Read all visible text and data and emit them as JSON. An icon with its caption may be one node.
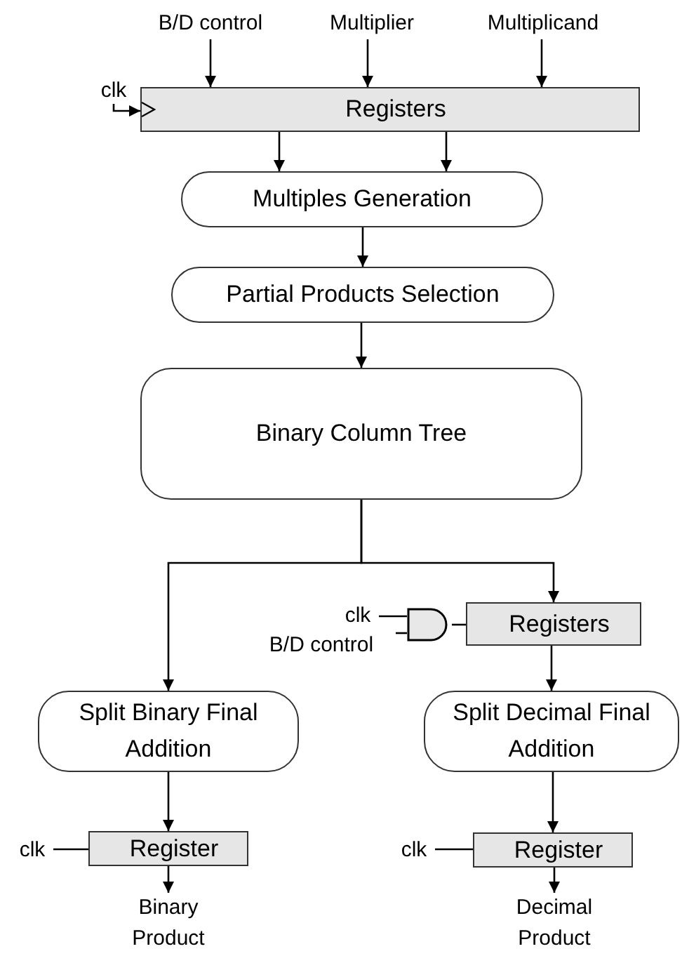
{
  "diagram": {
    "nodes": [
      {
        "text": [
          "B/D control"
        ]
      },
      {
        "text": [
          "Multiplier"
        ]
      },
      {
        "text": [
          "Multiplicand"
        ]
      },
      {
        "text": [
          "clk"
        ]
      },
      {
        "text": [
          "Registers"
        ]
      },
      {
        "text": [
          "Multiples Generation"
        ]
      },
      {
        "text": [
          "Partial Products Selection"
        ]
      },
      {
        "text": [
          "Binary Column Tree"
        ]
      },
      {
        "text": [
          "clk"
        ]
      },
      {
        "text": [
          "B/D control"
        ]
      },
      {
        "text": [],
        "shape": "gate"
      },
      {
        "text": [
          "Registers"
        ]
      },
      {
        "text": [
          "Split Binary Final Addition"
        ]
      },
      {
        "text": [
          "Split Decimal Final Addition"
        ]
      },
      {
        "text": [
          "clk"
        ]
      },
      {
        "text": [
          "Register"
        ]
      },
      {
        "text": [
          "Binary Product"
        ]
      },
      {
        "text": [
          "clk"
        ]
      },
      {
        "text": [
          "Register"
        ]
      },
      {
        "text": [
          "Decimal Product"
        ]
      }
    ],
    "edges": [
      {
        "from": 0,
        "to": 4,
        "arrow": "to"
      },
      {
        "from": 1,
        "to": 4,
        "arrow": "to"
      },
      {
        "from": 2,
        "to": 4,
        "arrow": "to"
      },
      {
        "from": 3,
        "to": 4,
        "arrow": "to"
      },
      {
        "from": 4,
        "to": 5,
        "arrow": "to"
      },
      {
        "from": 4,
        "to": 5,
        "arrow": "to"
      },
      {
        "from": 5,
        "to": 6,
        "arrow": "to"
      },
      {
        "from": 6,
        "to": 7,
        "arrow": "to"
      },
      {
        "from": 7,
        "to": 12,
        "arrow": "to"
      },
      {
        "from": 7,
        "to": 11,
        "arrow": "to"
      },
      {
        "from": 8,
        "to": 10,
        "arrow": "none"
      },
      {
        "from": 9,
        "to": 10,
        "arrow": "none"
      },
      {
        "from": 10,
        "to": 11,
        "arrow": "to"
      },
      {
        "from": 11,
        "to": 13,
        "arrow": "to"
      },
      {
        "from": 12,
        "to": 15,
        "arrow": "to"
      },
      {
        "from": 15,
        "to": 16,
        "arrow": "to"
      },
      {
        "from": 13,
        "to": 18,
        "arrow": "to"
      },
      {
        "from": 18,
        "to": 19,
        "arrow": "to"
      },
      {
        "from": 14,
        "to": 15,
        "arrow": "to"
      },
      {
        "from": 17,
        "to": 18,
        "arrow": "to"
      }
    ]
  }
}
